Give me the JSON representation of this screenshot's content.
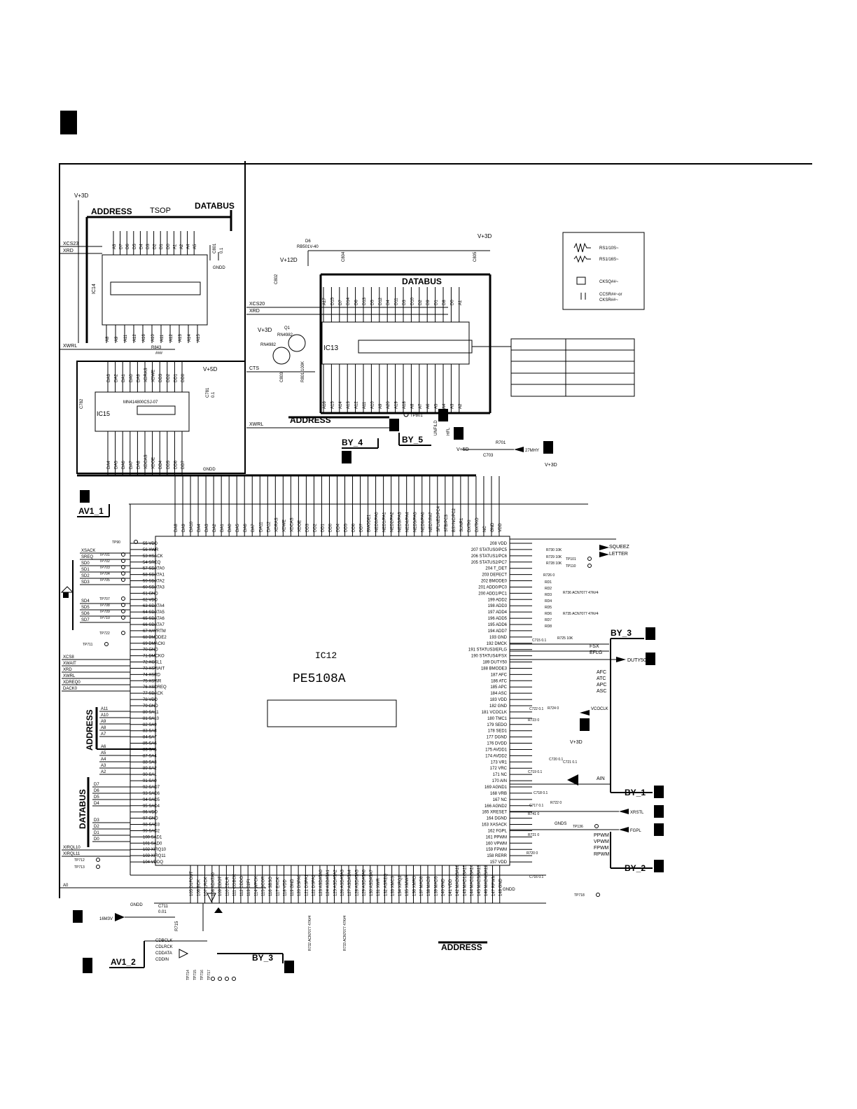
{
  "top_left_box": "",
  "left_section": {
    "power": "V+3D",
    "rom": {
      "bus_left": "ADDRESS",
      "package": "TSOP",
      "bus_right": "DATABUS",
      "ref": "IC14",
      "cap": "C801",
      "cap_val": "0.1",
      "gnd": "GNDD",
      "resistor": "R843",
      "resistor_val": "###",
      "signals": [
        "XCS23",
        "XRD",
        "XWRL"
      ],
      "top_pins": [
        "A3",
        "D7",
        "D6",
        "D5",
        "D4",
        "D3",
        "D2",
        "D1",
        "D0",
        "A1",
        "A2",
        "A4",
        "A5"
      ],
      "bottom_pins": [
        "A8",
        "A9",
        "A11",
        "A12",
        "A16",
        "A10",
        "A11",
        "A12",
        "A13",
        "A14",
        "A15"
      ]
    },
    "dram": {
      "ref": "IC15",
      "part": "MN414800CSJ-07",
      "power": "V+5D",
      "cap_left": "C782",
      "cap_right": "C781",
      "cap_val": "0.1",
      "gnd": "GNDD",
      "top_pins": [
        "DA3",
        "DA2",
        "DA1",
        "DA0",
        "DA9",
        "XDRAS",
        "XDWE",
        "DD3",
        "DD2",
        "DD1",
        "DD0"
      ],
      "bottom_pins": [
        "DA4",
        "DA5",
        "DA6",
        "DA7",
        "DA8",
        "XDCAS",
        "XDOE",
        "DD4",
        "DD5",
        "DD6",
        "DD7"
      ]
    }
  },
  "ic13": {
    "ref": "IC13",
    "power": "V+3D",
    "power12": "V+12D",
    "diode": "D6",
    "diode_part": "RB501V-40",
    "bus_top": "DATABUS",
    "bus_bottom": "ADDRESS",
    "signals": [
      "XCS20",
      "XRD",
      "CTS",
      "XWRL"
    ],
    "transistors": [
      "Q1",
      "RN4982",
      "RN4982"
    ],
    "caps": [
      "C802",
      "C804",
      "C805",
      "C803"
    ],
    "resistor": "R801 100K",
    "tp": "TP801",
    "top_pins": [
      "A17",
      "D15",
      "D7",
      "D14",
      "D6",
      "D13",
      "D5",
      "D12",
      "D4",
      "D11",
      "D3",
      "D10",
      "D2",
      "D9",
      "D1",
      "D8",
      "D0",
      "A1"
    ],
    "bottom_pins": [
      "A16",
      "A15",
      "A14",
      "A13",
      "A12",
      "A11",
      "A10",
      "A9",
      "A20",
      "A19",
      "A18",
      "A8",
      "A7",
      "A6",
      "A5",
      "A4",
      "A3",
      "A2"
    ],
    "table_rows": [
      "",
      "",
      "",
      ""
    ]
  },
  "legend": {
    "items": [
      "RS1/10S~",
      "RS1/16S~",
      "CKSQ##~",
      "CCSR##~or",
      "CKSR##~"
    ]
  },
  "ic12": {
    "ref": "IC12",
    "part": "PE5108A",
    "label_box": "",
    "left_pins": [
      "55 VDD",
      "56 XWR",
      "53 XSACK",
      "54 SREQ",
      "57 SDATA0",
      "58 SDATA1",
      "59 SDATA2",
      "60 SDATA3",
      "61 GND",
      "62 VDD",
      "63 SDATA4",
      "64 SDATA5",
      "65 SDATA6",
      "66 SDATA7",
      "67 XAVRTM",
      "68 BMODE2",
      "69 DMACKI",
      "70 GND",
      "71 DMCKO",
      "72 XCSL1",
      "73 XSWAIT",
      "74 XSRD",
      "75 XSWR",
      "76 XSDREQ",
      "77 SDACK",
      "78 VDD",
      "79 GND",
      "80 SA11",
      "81 SA10",
      "82 SA9",
      "83 SA8",
      "84 SA7",
      "85 SA6",
      "86 SA5",
      "87 SA4",
      "88 SA3",
      "89 SA2",
      "90 SA1",
      "91 SA0",
      "92 SAD7",
      "93 SAD6",
      "94 SAD5",
      "95 SAD4",
      "96 VDD",
      "97 GND",
      "98 SAD3",
      "99 SAD2",
      "100 SAD1",
      "101 SAD0",
      "102 XIRQ10",
      "103 XIRQ11",
      "104 VDDQ"
    ],
    "right_pins": [
      "208 VDD",
      "207 STATUS0/PC5",
      "206 STATUS1/PC6",
      "205 STATUS2/PC7",
      "204 T_DET",
      "203 DEFECT",
      "202 BMODE0",
      "201 ADD0/PC0",
      "200 ADD1/PC1",
      "199 ADD2",
      "198 ADD3",
      "197 ADD4",
      "196 ADD5",
      "195 ADD6",
      "194 ADD7",
      "193 GND",
      "192 DMCK",
      "191 STATUS3/EFLG",
      "190 STATUS4/FSX",
      "189 DUTY50",
      "188 BMODE3",
      "187 AFC",
      "186 ATC",
      "185 APC",
      "184 ASC",
      "183 VDD",
      "182 GND",
      "181 VCOCLK",
      "180 TMC1",
      "179 SEDO",
      "178 SED1",
      "177 DGND",
      "176 DVDD",
      "175 AVDD1",
      "174 AVDD2",
      "173 VR1",
      "172 VRC",
      "171 NC",
      "170 AIN",
      "169 AGND1",
      "168 VRB",
      "167 NC",
      "166 AGND2",
      "165 XRESET",
      "164 DGND",
      "163 XASACK",
      "162 FGPL",
      "161 PPWM",
      "160 VPWM",
      "159 FPWM",
      "158 RERR",
      "157 VDD"
    ],
    "top_pins": [
      "DA8",
      "DA9",
      "DA10",
      "DA4",
      "DA3",
      "DA2",
      "DA1",
      "DA0",
      "DA5",
      "DA6",
      "DA7",
      "DA11",
      "DA12",
      "XDRAS",
      "XDWE",
      "XDCAS",
      "XDOE",
      "DD3",
      "DD2",
      "DD1",
      "DD0",
      "DD4",
      "DD5",
      "DD6",
      "DD7",
      "BMODE1",
      "NED0/PA0",
      "NED1/PA1",
      "NED2/PA2",
      "NED3/PA3",
      "NED4/PA4",
      "NED5/PA5",
      "NED6/PA6",
      "NED7/PA7",
      "SFLNED/PC4",
      "STB/PC3",
      "BSYNC/PC2",
      "SUNR1",
      "DXTKI",
      "DXTKO",
      "NC",
      "GND",
      "VDD"
    ],
    "bottom_pins": [
      "105 D1FOUT",
      "106 BCK",
      "107 LRCK",
      "108 ADATA0",
      "109 CDOT",
      "110 CDLR",
      "111 CDBCK",
      "112 CDDO",
      "113 C2FI",
      "114 WFCK",
      "115 SCOR",
      "116 SBSO",
      "117 EXCK",
      "118 VDD",
      "119 GND",
      "120 DSPA0",
      "121 DSPA1",
      "122 DSPA2",
      "123 ASDATA0",
      "124 ASDATA1",
      "125 ASDATA2",
      "126 ASDATA3",
      "127 ASDATA4",
      "128 ASDATA5",
      "129 ASDATA6",
      "130 ASDATA7",
      "131 XWR",
      "132 ASREQ",
      "133 XMCS",
      "134 XIRQ2",
      "135 XMWR",
      "136 XMRD",
      "137 MAD8",
      "138 MAD9",
      "139 MAD5",
      "140 GND",
      "141 VDD",
      "142 MAD0/SA16",
      "143 MAD1/SA15",
      "144 MAD2/SA14",
      "145 MAD3/SA13",
      "146 MAD4/SA12",
      "147 RPWM",
      "148 GND"
    ]
  },
  "ports": {
    "by_4": "BY_4",
    "by_5": "BY_5",
    "by_3_top": "BY_3",
    "by_1": "BY_1",
    "by_2": "BY_2",
    "by_3_bottom": "BY_3",
    "av1_1": "AV1_1",
    "av1_2": "AV1_2",
    "address_left": "ADDRESS",
    "databus_left": "DATABUS",
    "address_bottom": "ADDRESS"
  },
  "left_signals": [
    "XSACK",
    "SREQ",
    "SD0",
    "SD1",
    "SD2",
    "SD3",
    "SD4",
    "SD5",
    "SD6",
    "SD7",
    "XCS8",
    "XWAIT",
    "XRD",
    "XWRL",
    "XDREQ0",
    "DACK0",
    "A11",
    "A10",
    "A9",
    "A8",
    "A7",
    "A6",
    "A5",
    "A4",
    "A3",
    "A2",
    "D7",
    "D6",
    "D5",
    "D4",
    "D3",
    "D2",
    "D1",
    "D0",
    "XIRQL10",
    "XIRQL11",
    "A0"
  ],
  "test_points": [
    "TP90",
    "TP701",
    "TP702",
    "TP703",
    "TP704",
    "TP705",
    "TP707",
    "TP708",
    "TP709",
    "TP710",
    "TP722",
    "TP711",
    "TP712",
    "TP713",
    "TP718",
    "TP101",
    "TP110",
    "TP136",
    "TP714",
    "TP715",
    "TP716",
    "TP717"
  ],
  "right_signals": {
    "squeez": "SQUEEZ",
    "letter": "LETTER",
    "fsx": "FSX",
    "eflg": "EFLG",
    "duty50": "DUTY50",
    "afc": "AFC",
    "atc": "ATC",
    "apc": "APC",
    "asc": "ASC",
    "vcoclk": "VCOCLK",
    "ain": "AIN",
    "xrstl": "XRSTL",
    "fgpl": "FGPL",
    "ppwm": "PPWM",
    "vpwm": "VPWM",
    "fpwm": "FPWM",
    "rpwm": "RPWM",
    "gndd": "GNDD",
    "gnds": "GNDS",
    "v3d": "V+3D",
    "v5d": "V+5D",
    "hfl": "HFL",
    "unfild": "UNFILD",
    "twenty_seven_mhy": "27MHY",
    "r701": "R701",
    "c703": "C703"
  },
  "bottom_signals": {
    "v16m": "16M3V",
    "cdbclk": "CDBCLK",
    "cdlrck": "CDLRCK",
    "cddata": "CDDATA",
    "cddin": "CDDIN",
    "gndd": "GNDD",
    "c711": "C711",
    "c711_val": "0.01",
    "r715": "R715"
  },
  "resistor_arrays": [
    "R736 ACN7077 47K#4",
    "R735 ACN7077 47K#4",
    "R732 ACN7077 47K#4",
    "R733 ACN7077 47K#4"
  ],
  "misc_labels": [
    "RD1",
    "RD2",
    "RD3",
    "RD4",
    "RD5",
    "RD6",
    "RD7",
    "RD8",
    "R730 10K",
    "R729 10K",
    "R728 10K",
    "R726 0",
    "R725 10K",
    "R724 0",
    "R723 0",
    "R722 0",
    "R741 0",
    "R721 0",
    "R720 0",
    "C720 0.1",
    "C721 0.1",
    "C719 0.1",
    "C718 0.1",
    "C717 0.1",
    "C716 0.1",
    "C715 0.1",
    "C722 0.1"
  ]
}
